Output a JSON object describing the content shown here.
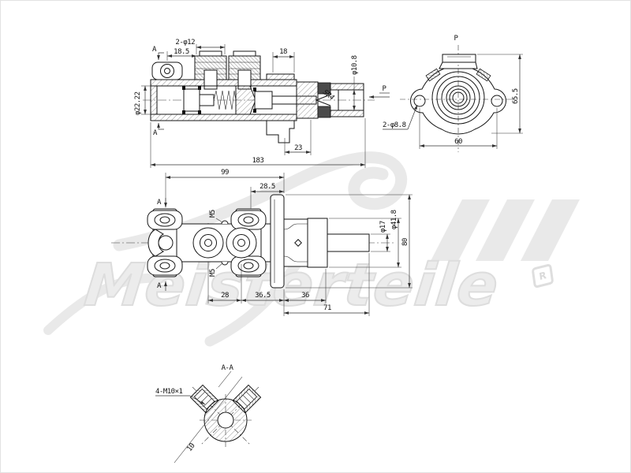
{
  "drawing": {
    "watermark": {
      "brand": "Meisterteile",
      "registered": "R",
      "color": "#ececec"
    },
    "view_side_section": {
      "label_2_phi12": "2-φ12",
      "label_18_5": "18.5",
      "label_18": "18",
      "label_phi10_8": "φ10.8",
      "label_phi22_22": "φ22.22",
      "label_sr4": "SR4",
      "label_23": "23",
      "label_183": "183",
      "label_p": "P",
      "label_a_top": "A",
      "label_a_bottom": "A"
    },
    "view_end_p": {
      "label_p": "P",
      "label_65_5": "65.5",
      "label_60": "60",
      "label_2_phi8_8": "2-φ8.8"
    },
    "view_top": {
      "label_99": "99",
      "label_28_5": "28.5",
      "label_m5_top": "M5",
      "label_m5_bottom": "M5",
      "label_28": "28",
      "label_36_5": "36.5",
      "label_36": "36",
      "label_71": "71",
      "label_phi17": "φ17",
      "label_phi41_8": "φ41.8",
      "label_80": "80",
      "label_a_top": "A",
      "label_a_bottom": "A"
    },
    "view_section_aa": {
      "title": "A-A",
      "label_thread": "4-M10×1",
      "label_10": "10"
    }
  }
}
